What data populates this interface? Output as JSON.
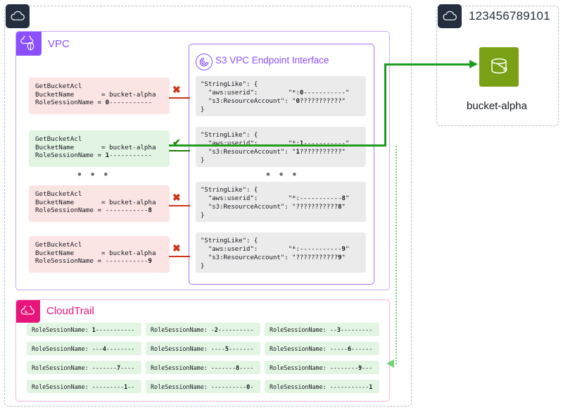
{
  "region": {
    "cloud_icon": "cloud-icon"
  },
  "account": {
    "cloud_icon": "cloud-icon",
    "id": "123456789101",
    "bucket_icon": "s3-bucket-icon",
    "bucket_label": "bucket-alpha"
  },
  "vpc": {
    "label": "VPC",
    "icon": "vpc-icon"
  },
  "s3_endpoint": {
    "label": "S3 VPC Endpoint Interface",
    "icon": "vpc-endpoint-icon"
  },
  "requests": [
    {
      "verdict": "deny",
      "mark": "✖",
      "l1": "GetBucketAcl",
      "l2": "BucketName       = bucket-alpha",
      "l3_pre": "RoleSessionName = ",
      "l3_bold": "0",
      "l3_post": "-----------"
    },
    {
      "verdict": "allow",
      "mark": "✔",
      "l1": "GetBucketAcl",
      "l2": "BucketName       = bucket-alpha",
      "l3_pre": "RoleSessionName = ",
      "l3_bold": "1",
      "l3_post": "-----------"
    },
    {
      "verdict": "deny",
      "mark": "✖",
      "l1": "GetBucketAcl",
      "l2": "BucketName       = bucket-alpha",
      "l3_pre": "RoleSessionName = -----------",
      "l3_bold": "8",
      "l3_post": ""
    },
    {
      "verdict": "deny",
      "mark": "✖",
      "l1": "GetBucketAcl",
      "l2": "BucketName       = bucket-alpha",
      "l3_pre": "RoleSessionName = -----------",
      "l3_bold": "9",
      "l3_post": ""
    }
  ],
  "policies": [
    {
      "open": "\"StringLike\": {",
      "userid_key": "  \"aws:userid\":        \"*:",
      "userid_bold": "0",
      "userid_post": "-----------\"",
      "account_key": "  \"s3:ResourceAccount\": \"",
      "account_bold": "0",
      "account_post": "???????????\"",
      "close": "}"
    },
    {
      "open": "\"StringLike\": {",
      "userid_key": "  \"aws:userid\":        \"*:",
      "userid_bold": "1",
      "userid_post": "-----------\"",
      "account_key": "  \"s3:ResourceAccount\": \"",
      "account_bold": "1",
      "account_post": "???????????\"",
      "close": "}"
    },
    {
      "open": "\"StringLike\": {",
      "userid_key": "  \"aws:userid\":        \"*:-----------",
      "userid_bold": "8",
      "userid_post": "\"",
      "account_key": "  \"s3:ResourceAccount\": \"???????????",
      "account_bold": "8",
      "account_post": "\"",
      "close": "}"
    },
    {
      "open": "\"StringLike\": {",
      "userid_key": "  \"aws:userid\":        \"*:-----------",
      "userid_bold": "9",
      "userid_post": "\"",
      "account_key": "  \"s3:ResourceAccount\": \"???????????",
      "account_bold": "9",
      "account_post": "\"",
      "close": "}"
    }
  ],
  "ellipsis": "• • •",
  "cloudtrail": {
    "label": "CloudTrail",
    "icon": "cloudtrail-icon",
    "entries": [
      {
        "pre": "RoleSessionName: ",
        "bold": "1",
        "post": "-----------"
      },
      {
        "pre": "RoleSessionName: -",
        "bold": "2",
        "post": "----------"
      },
      {
        "pre": "RoleSessionName: --",
        "bold": "3",
        "post": "---------"
      },
      {
        "pre": "RoleSessionName: ---",
        "bold": "4",
        "post": "--------"
      },
      {
        "pre": "RoleSessionName: ----",
        "bold": "5",
        "post": "-------"
      },
      {
        "pre": "RoleSessionName: -----",
        "bold": "6",
        "post": "------"
      },
      {
        "pre": "RoleSessionName: -------",
        "bold": "7",
        "post": "----"
      },
      {
        "pre": "RoleSessionName: -------",
        "bold": "8",
        "post": "----"
      },
      {
        "pre": "RoleSessionName: --------",
        "bold": "9",
        "post": "---"
      },
      {
        "pre": "RoleSessionName: ---------",
        "bold": "1",
        "post": "--"
      },
      {
        "pre": "RoleSessionName: ----------",
        "bold": "0",
        "post": "-"
      },
      {
        "pre": "RoleSessionName: -----------",
        "bold": "1",
        "post": ""
      }
    ]
  },
  "colors": {
    "vpc_purple": "#8c4fff",
    "endpoint_purple": "#a96cff",
    "cloudtrail_pink": "#e7157b",
    "s3_green": "#7aa116",
    "allow_green": "#1d8102",
    "deny_red": "#d13212",
    "flow_green": "#1d9c1d",
    "navy": "#232f3e"
  }
}
